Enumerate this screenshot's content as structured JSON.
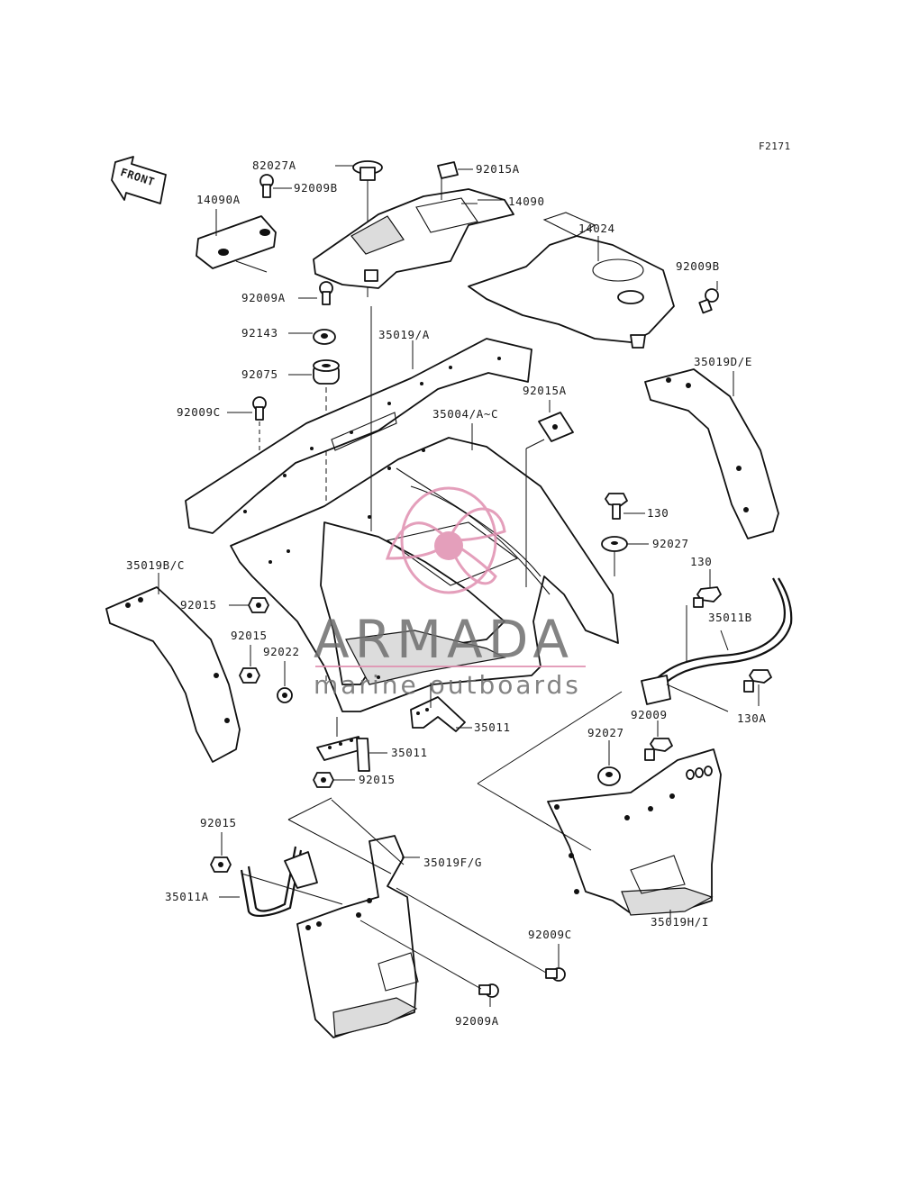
{
  "figure_code": "F2171",
  "front_arrow_text": "FRONT",
  "watermark": {
    "brand": "ARMADA",
    "tagline": "marine outboards",
    "accent": "#e08fb0",
    "gray": "#6e6e6e"
  },
  "part_labels": {
    "p82027A": "82027A",
    "p92015A_top": "92015A",
    "p92009B_top": "92009B",
    "p14090A": "14090A",
    "p14090": "14090",
    "p14024": "14024",
    "p92009B_right": "92009B",
    "p92009A_top": "92009A",
    "p92143": "92143",
    "p35019A": "35019/A",
    "p92075": "92075",
    "p35019DE": "35019D/E",
    "p92015A_mid": "92015A",
    "p92009C_left": "92009C",
    "p35004AC": "35004/A~C",
    "p130_top": "130",
    "p92027_right": "92027",
    "p130_mid": "130",
    "p35019BC": "35019B/C",
    "p92015_a": "92015",
    "p35011B": "35011B",
    "p92015_b": "92015",
    "p92022": "92022",
    "p130A": "130A",
    "p92009": "92009",
    "p35011_a": "35011",
    "p92027_low": "92027",
    "p35011_b": "35011",
    "p92015_c": "92015",
    "p92015_d": "92015",
    "p35019FG": "35019F/G",
    "p35011A": "35011A",
    "p92009C_low": "92009C",
    "p35019HI": "35019H/I",
    "p92009A_low": "92009A"
  }
}
